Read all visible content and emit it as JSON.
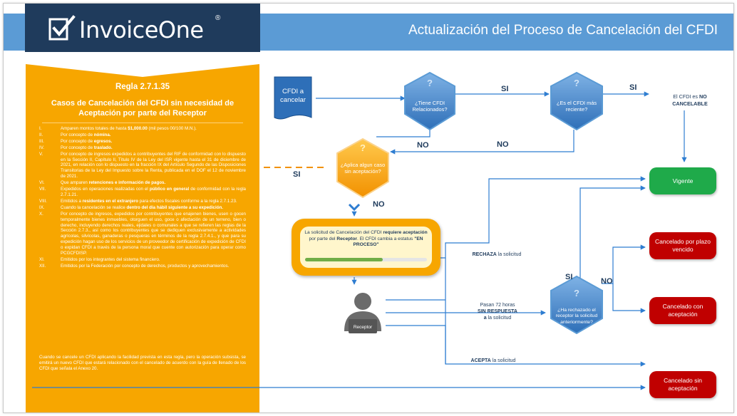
{
  "header": {
    "brand": "InvoiceOne",
    "brand_mark": "®",
    "title": "Actualización del Proceso de Cancelación del CFDI"
  },
  "rule": {
    "code": "Regla 2.7.1.35",
    "title": "Casos de Cancelación del CFDI sin necesidad de Aceptación por parte del Receptor",
    "items": [
      {
        "num": "I.",
        "parts": [
          {
            "t": "Amparen montos totales de hasta "
          },
          {
            "t": "$1,000.00",
            "b": true
          },
          {
            "t": " (mil pesos 00/100 M.N.)."
          }
        ]
      },
      {
        "num": "II.",
        "parts": [
          {
            "t": "Por concepto de "
          },
          {
            "t": "nómina.",
            "b": true
          }
        ]
      },
      {
        "num": "III.",
        "parts": [
          {
            "t": "Por concepto de "
          },
          {
            "t": "egresos.",
            "b": true
          }
        ]
      },
      {
        "num": "IV.",
        "parts": [
          {
            "t": "Por concepto de "
          },
          {
            "t": "traslado.",
            "b": true
          }
        ]
      },
      {
        "num": "V.",
        "parts": [
          {
            "t": "Por concepto de ingresos expedidos a contribuyentes del RIF de conformidad con lo dispuesto en la Sección II, Capítulo II, Título IV de la Ley del ISR vigente hasta el 31 de diciembre de 2021, en relación con lo dispuesto en la fracción IX del Artículo Segundo de las Disposiciones Transitorias de la Ley del Impuesto sobre la Renta, publicada en el DOF el 12 de noviembre de 2021."
          }
        ]
      },
      {
        "num": "VI.",
        "parts": [
          {
            "t": "Que amparen "
          },
          {
            "t": "retenciones e información de pagos.",
            "b": true
          }
        ]
      },
      {
        "num": "VII.",
        "parts": [
          {
            "t": "Expedidos en operaciones realizadas con el "
          },
          {
            "t": "público en general",
            "b": true
          },
          {
            "t": " de conformidad con la regla 2.7.1.21."
          }
        ]
      },
      {
        "num": "VIII.",
        "parts": [
          {
            "t": "Emitidos a "
          },
          {
            "t": "residentes en el extranjero",
            "b": true
          },
          {
            "t": " para efectos fiscales conforme a la regla 2.7.1.23."
          }
        ]
      },
      {
        "num": "IX.",
        "parts": [
          {
            "t": "Cuando la cancelación se realice "
          },
          {
            "t": "dentro del día hábil siguiente a su expedición.",
            "b": true
          }
        ]
      },
      {
        "num": "X.",
        "parts": [
          {
            "t": "Por concepto de ingresos, expedidos por contribuyentes que enajenen bienes, usen o gocen temporalmente bienes inmuebles, otorguen el uso, goce o afectación de un terreno, bien o derecho, incluyendo derechos reales, ejidales o comunales a que se refieren las reglas de la Sección 2.7.3., así como los contribuyentes que se dediquen exclusivamente a actividades agrícolas, silvícolas, ganaderas o pesqueras en términos de la regla 2.7.4.1., y que para su expedición hagan uso de los servicios de un proveedor de certificación de expedición de CFDI o expidan CFDI a través de la persona moral que cuente con autorización para operar como PCGCFDISP."
          }
        ]
      },
      {
        "num": "XI.",
        "parts": [
          {
            "t": "Emitidos por los integrantes del sistema financiero."
          }
        ]
      },
      {
        "num": "XII.",
        "parts": [
          {
            "t": "Emitidos por la Federación por concepto de derechos, productos y aprovechamientos."
          }
        ]
      }
    ],
    "footer": "Cuando se cancele un CFDI aplicando la facilidad prevista en esta regla, pero la operación subsista, se emitirá un nuevo CFDI que estará relacionado con el cancelado de acuerdo con la guía de llenado de los CFDI que señala el Anexo 20."
  },
  "flow": {
    "doc": "CFDI a cancelar",
    "q_mark": "?",
    "d1": "¿Tiene CFDI Relacionados?",
    "d2": "¿Es el CFDI más reciente?",
    "d3": "¿Aplica algun caso sin aceptación?",
    "d4": "¿Ha rechazado el receptor la solicitud anteriormente?",
    "si": "SI",
    "no": "NO",
    "note_pre": "El CFDI es ",
    "note_bold": "NO CANCELABLE",
    "status_pre": "La solicitud de Cancelación del CFDI ",
    "status_b1": "requiere aceptación",
    "status_mid": " por parte del ",
    "status_b2": "Receptor",
    "status_post": ". El CFDI cambia a estatus ",
    "status_b3": "\"EN PROCESO\"",
    "status_progress": 0.64,
    "receptor": "Receptor",
    "rechaza_b": "RECHAZA",
    "rechaza_t": " la solicitud",
    "pasan_t": "Pasan 72 horas",
    "pasan_b": "SIN RESPUESTA",
    "pasan_a": "a",
    "pasan_t2": " la solicitud",
    "acepta_b": "ACEPTA",
    "acepta_t": " la solicitud",
    "vigente": "Vigente",
    "cancel_plazo": "Cancelado por plazo vencido",
    "cancel_acept": "Cancelado con aceptación",
    "cancel_sin": "Cancelado sin aceptación"
  },
  "colors": {
    "blue": "#2e7dd1",
    "navy": "#1f3b5c",
    "orange": "#f7a600",
    "green": "#1faa4a",
    "red": "#c00000",
    "bar": "#5b9bd5"
  }
}
